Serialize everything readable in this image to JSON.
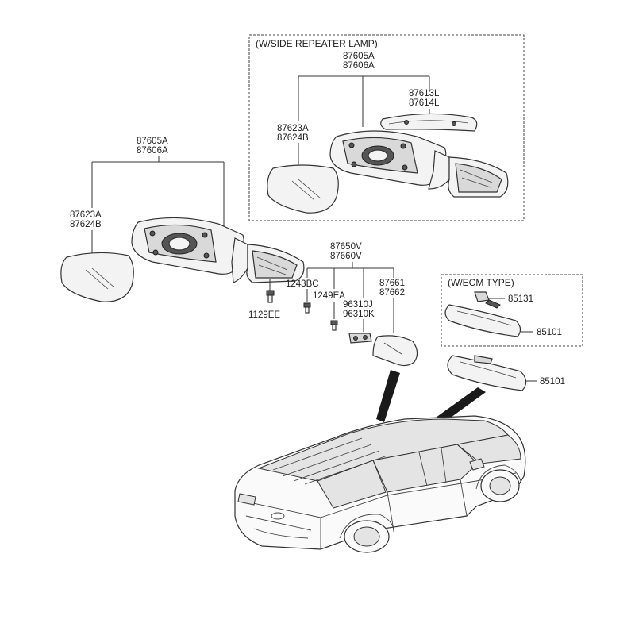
{
  "boxes": {
    "side_repeater": "(W/SIDE REPEATER LAMP)",
    "ecm": "(W/ECM TYPE)"
  },
  "labels": {
    "top_mirror_assy": [
      "87605A",
      "87606A"
    ],
    "top_repeater": [
      "87613L",
      "87614L"
    ],
    "top_glass": [
      "87623A",
      "87624B"
    ],
    "left_mirror_assy": [
      "87605A",
      "87606A"
    ],
    "left_glass": [
      "87623A",
      "87624B"
    ],
    "screw": "1129EE",
    "cover_group": [
      "87650V",
      "87660V"
    ],
    "bolt_a": "1243BC",
    "bolt_b": "1249EA",
    "clip": [
      "96310J",
      "96310K"
    ],
    "cover": [
      "87661",
      "87662"
    ],
    "ecm_part": "85131",
    "ecm_mirror": "85101",
    "inside_mirror": "85101"
  }
}
